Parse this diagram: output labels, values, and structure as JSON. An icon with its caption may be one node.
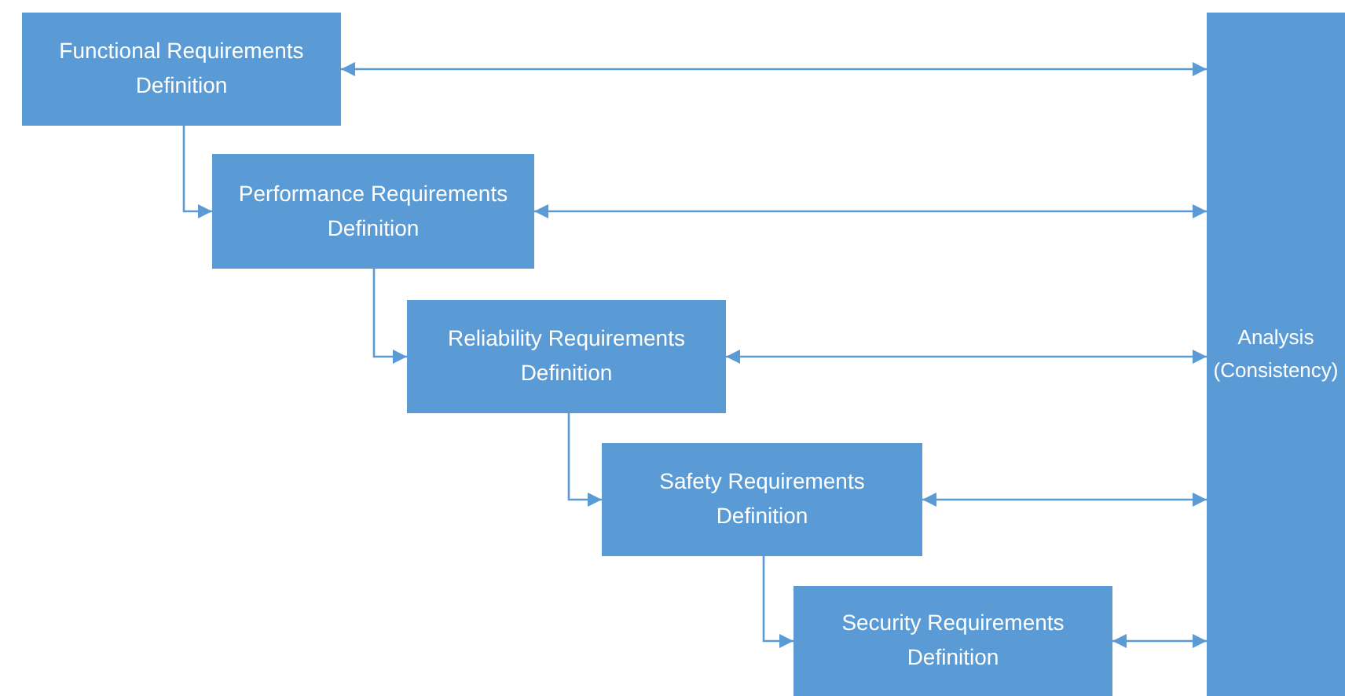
{
  "diagram": {
    "nodes": [
      {
        "text": [
          "Functional Requirements Definition"
        ]
      },
      {
        "text": [
          "Performance Requirements Definition"
        ]
      },
      {
        "text": [
          "Reliability Requirements Definition"
        ]
      },
      {
        "text": [
          "Safety Requirements Definition"
        ]
      },
      {
        "text": [
          "Security Requirements Definition"
        ]
      },
      {
        "text": [
          "Analysis (Consistency)"
        ]
      }
    ],
    "edges": [
      {
        "from": 0,
        "to": 1,
        "arrow": "to"
      },
      {
        "from": 1,
        "to": 2,
        "arrow": "to"
      },
      {
        "from": 2,
        "to": 3,
        "arrow": "to"
      },
      {
        "from": 3,
        "to": 4,
        "arrow": "to"
      },
      {
        "from": 0,
        "to": 5,
        "arrow": "both"
      },
      {
        "from": 1,
        "to": 5,
        "arrow": "both"
      },
      {
        "from": 2,
        "to": 5,
        "arrow": "both"
      },
      {
        "from": 3,
        "to": 5,
        "arrow": "both"
      },
      {
        "from": 4,
        "to": 5,
        "arrow": "both"
      }
    ]
  }
}
